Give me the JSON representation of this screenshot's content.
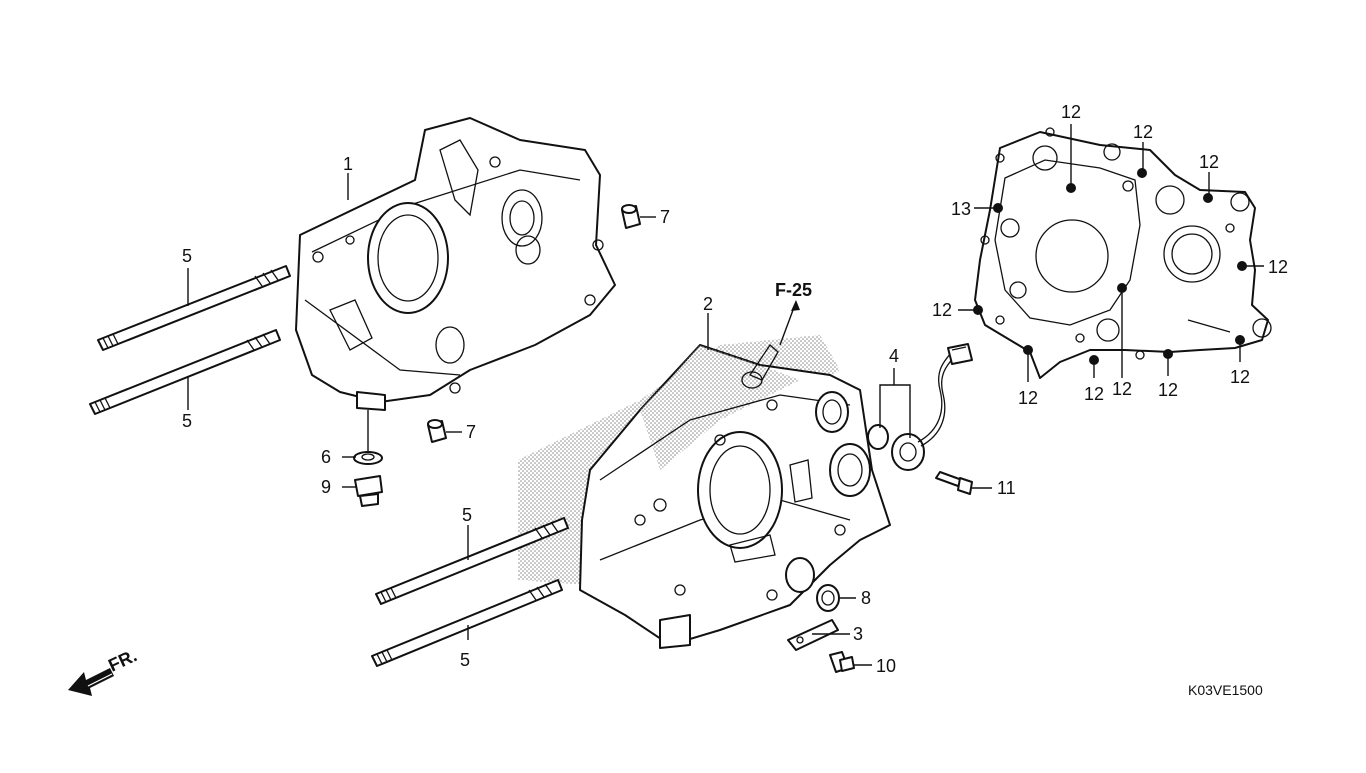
{
  "diagram": {
    "labels": {
      "c1": "1",
      "c2": "2",
      "c3": "3",
      "c4": "4",
      "c5a": "5",
      "c5b": "5",
      "c5c": "5",
      "c5d": "5",
      "c6": "6",
      "c7a": "7",
      "c7b": "7",
      "c8": "8",
      "c9": "9",
      "c10": "10",
      "c11": "11",
      "c12a": "12",
      "c12b": "12",
      "c12c": "12",
      "c12d": "12",
      "c12e": "12",
      "c12f": "12",
      "c12g": "12",
      "c12h": "12",
      "c12i": "12",
      "c12j": "12",
      "c13": "13"
    },
    "reference": "F-25",
    "front_marker": "FR.",
    "figure_code": "K03VE1500"
  },
  "colors": {
    "line": "#111111",
    "background": "#ffffff",
    "shade": "#9a9a9a"
  }
}
